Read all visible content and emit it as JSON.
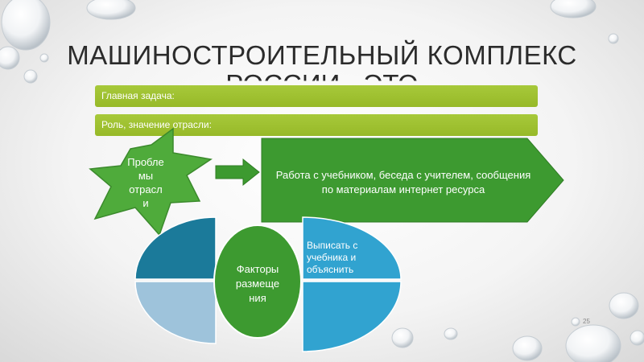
{
  "slide": {
    "title_line1": "МАШИНОСТРОИТЕЛЬНЫЙ КОМПЛЕКС",
    "title_line2": "РОССИИ - ЭТО",
    "bars": [
      {
        "label": "Главная задача:"
      },
      {
        "label": "Роль, значение отрасли:"
      }
    ],
    "star_text": "Пробле\nмы\nотрасл\nи",
    "arrow_text": "Работа с учебником, беседа с учителем, сообщения по материалам интернет ресурса",
    "oval_text": "Факторы\nразмеще\nния",
    "quadrant_text": "Выписать с учебника и объяснить",
    "page_number": "25"
  },
  "colors": {
    "green": "#9bbb2d",
    "dark_green": "#3d9a30",
    "star_green": "#4fab3b",
    "teal_dark": "#1b7a9a",
    "light_blue": "#9ec3db",
    "blue": "#31a3d0"
  }
}
